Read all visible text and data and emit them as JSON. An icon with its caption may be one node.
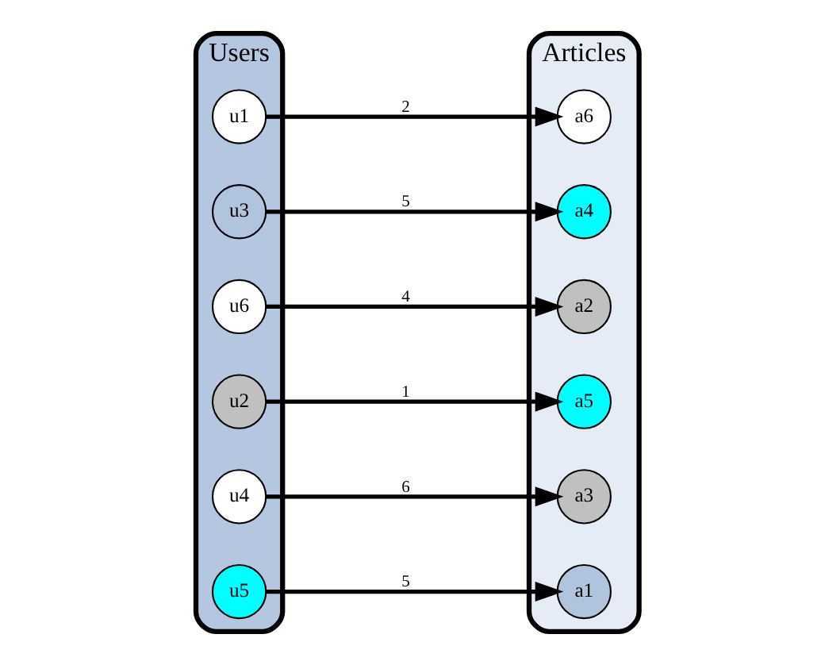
{
  "diagram": {
    "nodes": [
      {
        "text": [
          "Users"
        ]
      },
      {
        "text": [
          "u1"
        ],
        "in": 0
      },
      {
        "text": [
          "u3"
        ],
        "in": 0
      },
      {
        "text": [
          "u6"
        ],
        "in": 0
      },
      {
        "text": [
          "u2"
        ],
        "in": 0
      },
      {
        "text": [
          "u4"
        ],
        "in": 0
      },
      {
        "text": [
          "u5"
        ],
        "in": 0
      },
      {
        "text": [
          "Articles"
        ]
      },
      {
        "text": [
          "a6"
        ],
        "in": 7
      },
      {
        "text": [
          "a4"
        ],
        "in": 7
      },
      {
        "text": [
          "a2"
        ],
        "in": 7
      },
      {
        "text": [
          "a5"
        ],
        "in": 7
      },
      {
        "text": [
          "a3"
        ],
        "in": 7
      },
      {
        "text": [
          "a1"
        ],
        "in": 7
      }
    ],
    "edges": [
      {
        "from": 1,
        "to": 8,
        "arrow": "to",
        "label": "2"
      },
      {
        "from": 2,
        "to": 9,
        "arrow": "to",
        "label": "5"
      },
      {
        "from": 3,
        "to": 10,
        "arrow": "to",
        "label": "4"
      },
      {
        "from": 4,
        "to": 11,
        "arrow": "to",
        "label": "1"
      },
      {
        "from": 5,
        "to": 12,
        "arrow": "to",
        "label": "6"
      },
      {
        "from": 6,
        "to": 13,
        "arrow": "to",
        "label": "5"
      }
    ]
  }
}
